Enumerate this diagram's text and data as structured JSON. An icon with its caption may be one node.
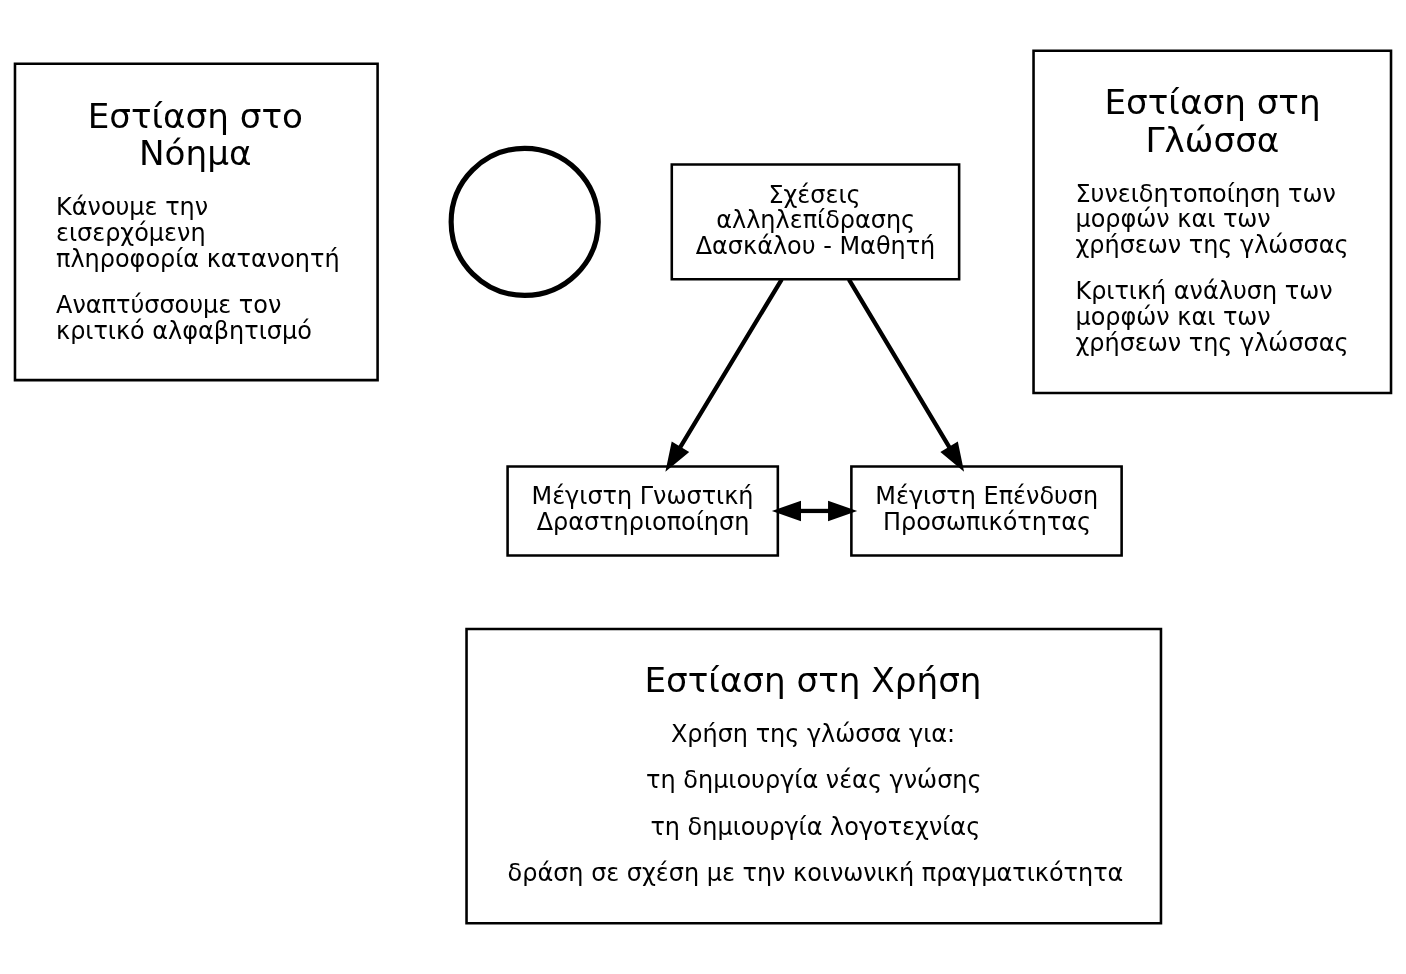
{
  "diagram": {
    "nodes": [
      {
        "text": [
          "Εστίαση στο Νόημα",
          "Κάνουμε την εισερχόμενη πληροφορία κατανοητή",
          "Αναπτύσσουμε τον κριτικό αλφαβητισμό"
        ]
      },
      {
        "text": [],
        "shape": "circle"
      },
      {
        "text": [
          "Σχέσεις αλληλεπίδρασης Δασκάλου - Μαθητή"
        ]
      },
      {
        "text": [
          "Μέγιστη Γνωστική Δραστηριοποίηση"
        ]
      },
      {
        "text": [
          "Μέγιστη Επένδυση Προσωπικότητας"
        ]
      },
      {
        "text": [
          "Εστίαση στη Γλώσσα",
          "Συνειδητοποίηση των μορφών και των χρήσεων της γλώσσας",
          "Κριτική ανάλυση των μορφών και των χρήσεων της γλώσσας"
        ]
      },
      {
        "text": [
          "Εστίαση στη Χρήση",
          "Χρήση της γλώσσα για:",
          "τη δημιουργία νέας γνώσης",
          "τη δημιουργία λογοτεχνίας",
          "δράση σε σχέση με την κοινωνική πραγματικότητα"
        ]
      }
    ],
    "edges": [
      {
        "from": 2,
        "to": 3,
        "arrow": "to"
      },
      {
        "from": 2,
        "to": 4,
        "arrow": "to"
      },
      {
        "from": 3,
        "to": 4,
        "arrow": "both"
      }
    ]
  }
}
